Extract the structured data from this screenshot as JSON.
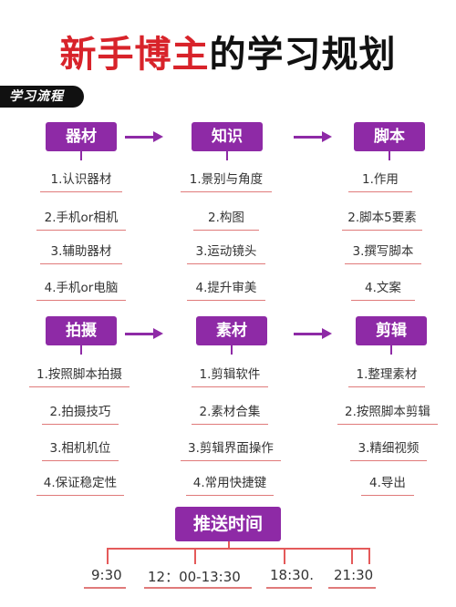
{
  "title": {
    "red": "新手博主",
    "black": "的学习规划"
  },
  "section_tag": "学习流程",
  "row1": [
    {
      "label": "器材",
      "items": [
        "1.认识器材",
        "2.手机or相机",
        "3.辅助器材",
        "4.手机or电脑"
      ]
    },
    {
      "label": "知识",
      "items": [
        "1.景别与角度",
        "2.构图",
        "3.运动镜头",
        "4.提升审美"
      ]
    },
    {
      "label": "脚本",
      "items": [
        "1.作用",
        "2.脚本5要素",
        "3.撰写脚本",
        "4.文案"
      ]
    }
  ],
  "row2": [
    {
      "label": "拍摄",
      "items": [
        "1.按照脚本拍摄",
        "2.拍摄技巧",
        "3.相机机位",
        "4.保证稳定性"
      ]
    },
    {
      "label": "素材",
      "items": [
        "1.剪辑软件",
        "2.素材合集",
        "3.剪辑界面操作",
        "4.常用快捷键"
      ]
    },
    {
      "label": "剪辑",
      "items": [
        "1.整理素材",
        "2.按照脚本剪辑",
        "3.精细视频",
        "4.导出"
      ]
    }
  ],
  "push": {
    "label": "推送时间",
    "times": [
      "9:30",
      "12：00-13:30",
      "18:30.",
      "21:30"
    ]
  },
  "colors": {
    "accent": "#8e2aa6",
    "title_red": "#d8232a",
    "line_red": "#e45a5a"
  }
}
